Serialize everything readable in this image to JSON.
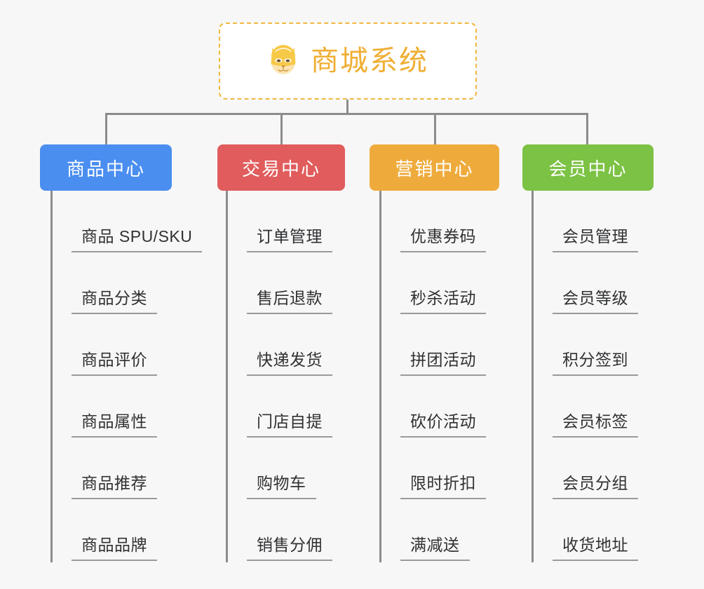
{
  "root": {
    "title": "商城系统",
    "icon": "shiba-dog-icon",
    "border_color": "#f0b841",
    "text_color": "#f0ae33",
    "background": "#ffffff"
  },
  "canvas": {
    "background": "#f7f7f7",
    "line_color": "#8c8c8c",
    "leaf_text_color": "#303133",
    "leaf_rule_color": "#9a9a9a"
  },
  "columns": [
    {
      "label": "商品中心",
      "color": "#4a8ef0",
      "items": [
        "商品 SPU/SKU",
        "商品分类",
        "商品评价",
        "商品属性",
        "商品推荐",
        "商品品牌"
      ]
    },
    {
      "label": "交易中心",
      "color": "#e15c5c",
      "items": [
        "订单管理",
        "售后退款",
        "快递发货",
        "门店自提",
        "购物车",
        "销售分佣"
      ]
    },
    {
      "label": "营销中心",
      "color": "#eeab3c",
      "items": [
        "优惠券码",
        "秒杀活动",
        "拼团活动",
        "砍价活动",
        "限时折扣",
        "满减送"
      ]
    },
    {
      "label": "会员中心",
      "color": "#7cc244",
      "items": [
        "会员管理",
        "会员等级",
        "积分签到",
        "会员标签",
        "会员分组",
        "收货地址"
      ]
    }
  ]
}
